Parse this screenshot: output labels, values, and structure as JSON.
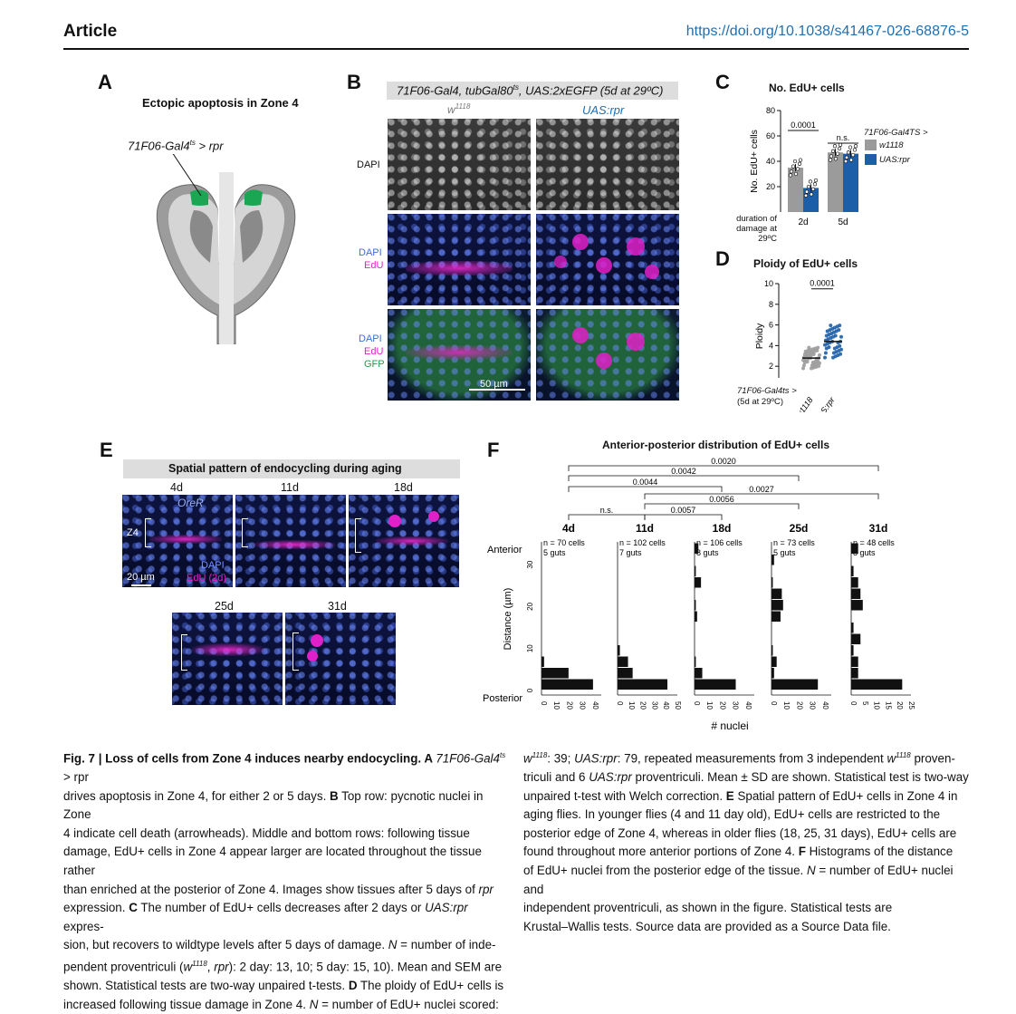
{
  "header": {
    "article": "Article",
    "doi": "https://doi.org/10.1038/s41467-026-68876-5"
  },
  "panels": {
    "a": {
      "letter": "A",
      "title": "Ectopic apoptosis in Zone 4",
      "driver": "71F06-Gal4",
      "driver_sup": "ts",
      "driver_suffix": " > rpr"
    },
    "b": {
      "letter": "B",
      "title": "71F06-Gal4, tubGal80",
      "title_sup": "ts",
      "title_suffix": ", UAS:2xEGFP (5d at 29ºC)",
      "col1": "w",
      "col1_sup": "1118",
      "col2": "UAS:rpr",
      "row1": "DAPI",
      "row2_a": "DAPI",
      "row2_b": "EdU",
      "row3_a": "DAPI",
      "row3_b": "EdU",
      "row3_c": "GFP",
      "scale": "50 µm"
    },
    "c": {
      "letter": "C"
    },
    "d": {
      "letter": "D"
    },
    "e": {
      "letter": "E",
      "title": "Spatial pattern of endocycling during aging",
      "days": [
        "4d",
        "11d",
        "18d",
        "25d",
        "31d"
      ],
      "strain": "OreR",
      "zone": "Z4",
      "dapi": "DAPI",
      "edu": "EdU (2d)",
      "scale": "20 µm"
    },
    "f": {
      "letter": "F"
    }
  },
  "colors": {
    "doi_link": "#1f6fb0",
    "gray_bar": "#9b9b9b",
    "blue_bar": "#1d5ea8",
    "green_tissue": "#1e9e4a",
    "magenta": "#e020c8",
    "dapi_blue": "#4f78ff"
  },
  "chart_data": [
    {
      "type": "bar",
      "panel": "C",
      "title": "No. EdU+ cells",
      "ylabel": "No. EdU+ cells",
      "ylim": [
        0,
        80
      ],
      "yticks": [
        20,
        40,
        60,
        80
      ],
      "categories": [
        "2d",
        "5d"
      ],
      "xlabel": "duration of damage at 29ºC",
      "series": [
        {
          "name": "w1118",
          "values": [
            35,
            47
          ]
        },
        {
          "name": "UAS:rpr",
          "values": [
            19,
            46
          ]
        }
      ],
      "annotations": [
        "0.0001",
        "n.s."
      ],
      "legend_title": "71F06-Gal4TS >",
      "legend_items": [
        "w1118",
        "UAS:rpr"
      ]
    },
    {
      "type": "scatter",
      "panel": "D",
      "title": "Ploidy of EdU+ cells",
      "ylabel": "Ploidy",
      "ylim": [
        0,
        10
      ],
      "yticks": [
        2,
        4,
        6,
        8,
        10
      ],
      "categories": [
        "w1118",
        "UAS:rpr"
      ],
      "means": [
        2.8,
        4.4
      ],
      "annotations": [
        "0.0001"
      ],
      "group_label": "71F06-Gal4ts >",
      "group_sub": "(5d at 29ºC)"
    },
    {
      "type": "bar",
      "panel": "F",
      "title": "Anterior-posterior distribution of EdU+ cells",
      "ylabel": "Distance (µm)",
      "xlabel": "# nuclei",
      "y_top_label": "Anterior",
      "y_bottom_label": "Posterior",
      "yticks": [
        0,
        10,
        20,
        30
      ],
      "comparisons": [
        "0.0020",
        "0.0042",
        "0.0044",
        "0.0027",
        "0.0056",
        "0.0057",
        "n.s."
      ],
      "series": [
        {
          "name": "4d",
          "n_cells": "n = 70 cells",
          "guts": "5 guts",
          "xticks": [
            "0",
            "10",
            "20",
            "30",
            "40"
          ],
          "xmax": 45,
          "bins": [
            40,
            21,
            2
          ]
        },
        {
          "name": "11d",
          "n_cells": "n = 102 cells",
          "guts": "7 guts",
          "xticks": [
            "0",
            "10",
            "20",
            "30",
            "40",
            "50"
          ],
          "xmax": 50,
          "bins": [
            43,
            13,
            9,
            2
          ]
        },
        {
          "name": "18d",
          "n_cells": "n = 106 cells",
          "guts": "8 guts",
          "xticks": [
            "0",
            "10",
            "20",
            "30",
            "40"
          ],
          "xmax": 45,
          "bins": [
            32,
            6,
            1,
            0,
            0,
            0,
            2,
            1,
            0,
            5,
            1,
            0,
            3
          ]
        },
        {
          "name": "25d",
          "n_cells": "n = 73 cells",
          "guts": "5 guts",
          "xticks": [
            "0",
            "10",
            "20",
            "30",
            "40"
          ],
          "xmax": 45,
          "bins": [
            36,
            2,
            4,
            1,
            0,
            0,
            7,
            9,
            8,
            1,
            0,
            2
          ]
        },
        {
          "name": "31d",
          "n_cells": "n = 48 cells",
          "guts": "8 guts",
          "xticks": [
            "0",
            "5",
            "10",
            "15",
            "20",
            "25"
          ],
          "xmax": 25,
          "bins": [
            22,
            3,
            3,
            1,
            4,
            1,
            0,
            5,
            4,
            3,
            1,
            0,
            3
          ]
        }
      ]
    }
  ],
  "caption": {
    "left": [
      {
        "b": "Fig. 7 | Loss of cells from Zone 4 induces nearby endocycling. A ",
        "i": "71F06-Gal4",
        "sup": "ts",
        "t": " > rpr"
      },
      {
        "t": "drives apoptosis in Zone 4, for either 2 or 5 days. ",
        "b": "B",
        "t2": " Top row: pycnotic nuclei in Zone"
      },
      {
        "t": "4 indicate cell death (arrowheads). Middle and bottom rows: following tissue"
      },
      {
        "t": "damage, EdU+ cells in Zone 4 appear larger are located throughout the tissue rather"
      },
      {
        "t": "than enriched at the posterior of Zone 4. Images show tissues after 5 days of ",
        "i": "rpr"
      },
      {
        "t": "expression. ",
        "b": "C",
        "t2": " The number of EdU+ cells decreases after 2 days or ",
        "i": "UAS:rpr",
        "t3": " expres-"
      },
      {
        "t": "sion, but recovers to wildtype levels after 5 days of damage. ",
        "i": "N",
        "t2": " = number of inde-"
      },
      {
        "t": "pendent proventriculi (",
        "i": "w",
        "sup": "1118",
        "t2": ", ",
        "i2": "rpr",
        "t3": "): 2 day: 13, 10; 5 day: 15, 10). Mean and SEM are"
      },
      {
        "t": "shown. Statistical tests are two-way unpaired t-tests. ",
        "b": "D",
        "t2": " The ploidy of EdU+ cells is"
      },
      {
        "t": "increased following tissue damage in Zone 4. ",
        "i": "N",
        "t2": " = number of EdU+ nuclei scored:"
      }
    ],
    "right": [
      {
        "i": "w",
        "sup": "1118",
        "t": ": 39; ",
        "i2": "UAS:rpr",
        "t2": ": 79, repeated measurements from 3 independent ",
        "i3": "w",
        "sup2": "1118",
        "t3": " proven-"
      },
      {
        "t": "triculi and 6 ",
        "i": "UAS:rpr",
        "t2": " proventriculi. Mean ± SD are shown. Statistical test is two-way"
      },
      {
        "t": "unpaired t-test with Welch correction. ",
        "b": "E",
        "t2": " Spatial pattern of EdU+ cells in Zone 4 in"
      },
      {
        "t": "aging flies. In younger flies (4 and 11 day old), EdU+ cells are restricted to the"
      },
      {
        "t": "posterior edge of Zone 4, whereas in older flies (18, 25, 31 days), EdU+ cells are"
      },
      {
        "t": "found throughout more anterior portions of Zone 4. ",
        "b": "F",
        "t2": " Histograms of the distance"
      },
      {
        "t": "of EdU+ nuclei from the posterior edge of the tissue. ",
        "i": "N",
        "t2": " = number of EdU+ nuclei and"
      },
      {
        "t": "independent proventriculi, as shown in the figure. Statistical tests are"
      },
      {
        "t": "Krustal–Wallis tests. Source data are provided as a Source Data file."
      }
    ]
  }
}
